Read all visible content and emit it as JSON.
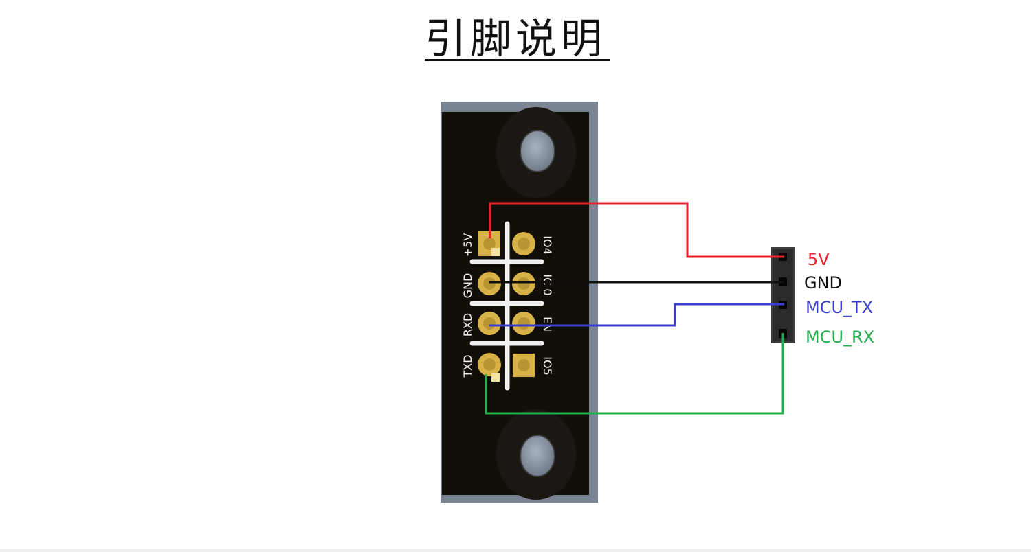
{
  "title": "引脚说明",
  "module_pins": {
    "left": [
      "+5V",
      "GND",
      "RXD",
      "TXD"
    ],
    "right": [
      "IO4",
      "IC 0",
      "EN",
      "IO5"
    ]
  },
  "header_pins": [
    {
      "label": "5V",
      "color": "#e8202a"
    },
    {
      "label": "GND",
      "color": "#111111"
    },
    {
      "label": "MCU_TX",
      "color": "#3a3fd0"
    },
    {
      "label": "MCU_RX",
      "color": "#1fb04a"
    }
  ],
  "colors": {
    "wire_5v": "#e8202a",
    "wire_gnd": "#111111",
    "wire_tx": "#3a3fd0",
    "wire_rx": "#1fb04a",
    "board": "#120e08",
    "pad": "#d8b247"
  }
}
